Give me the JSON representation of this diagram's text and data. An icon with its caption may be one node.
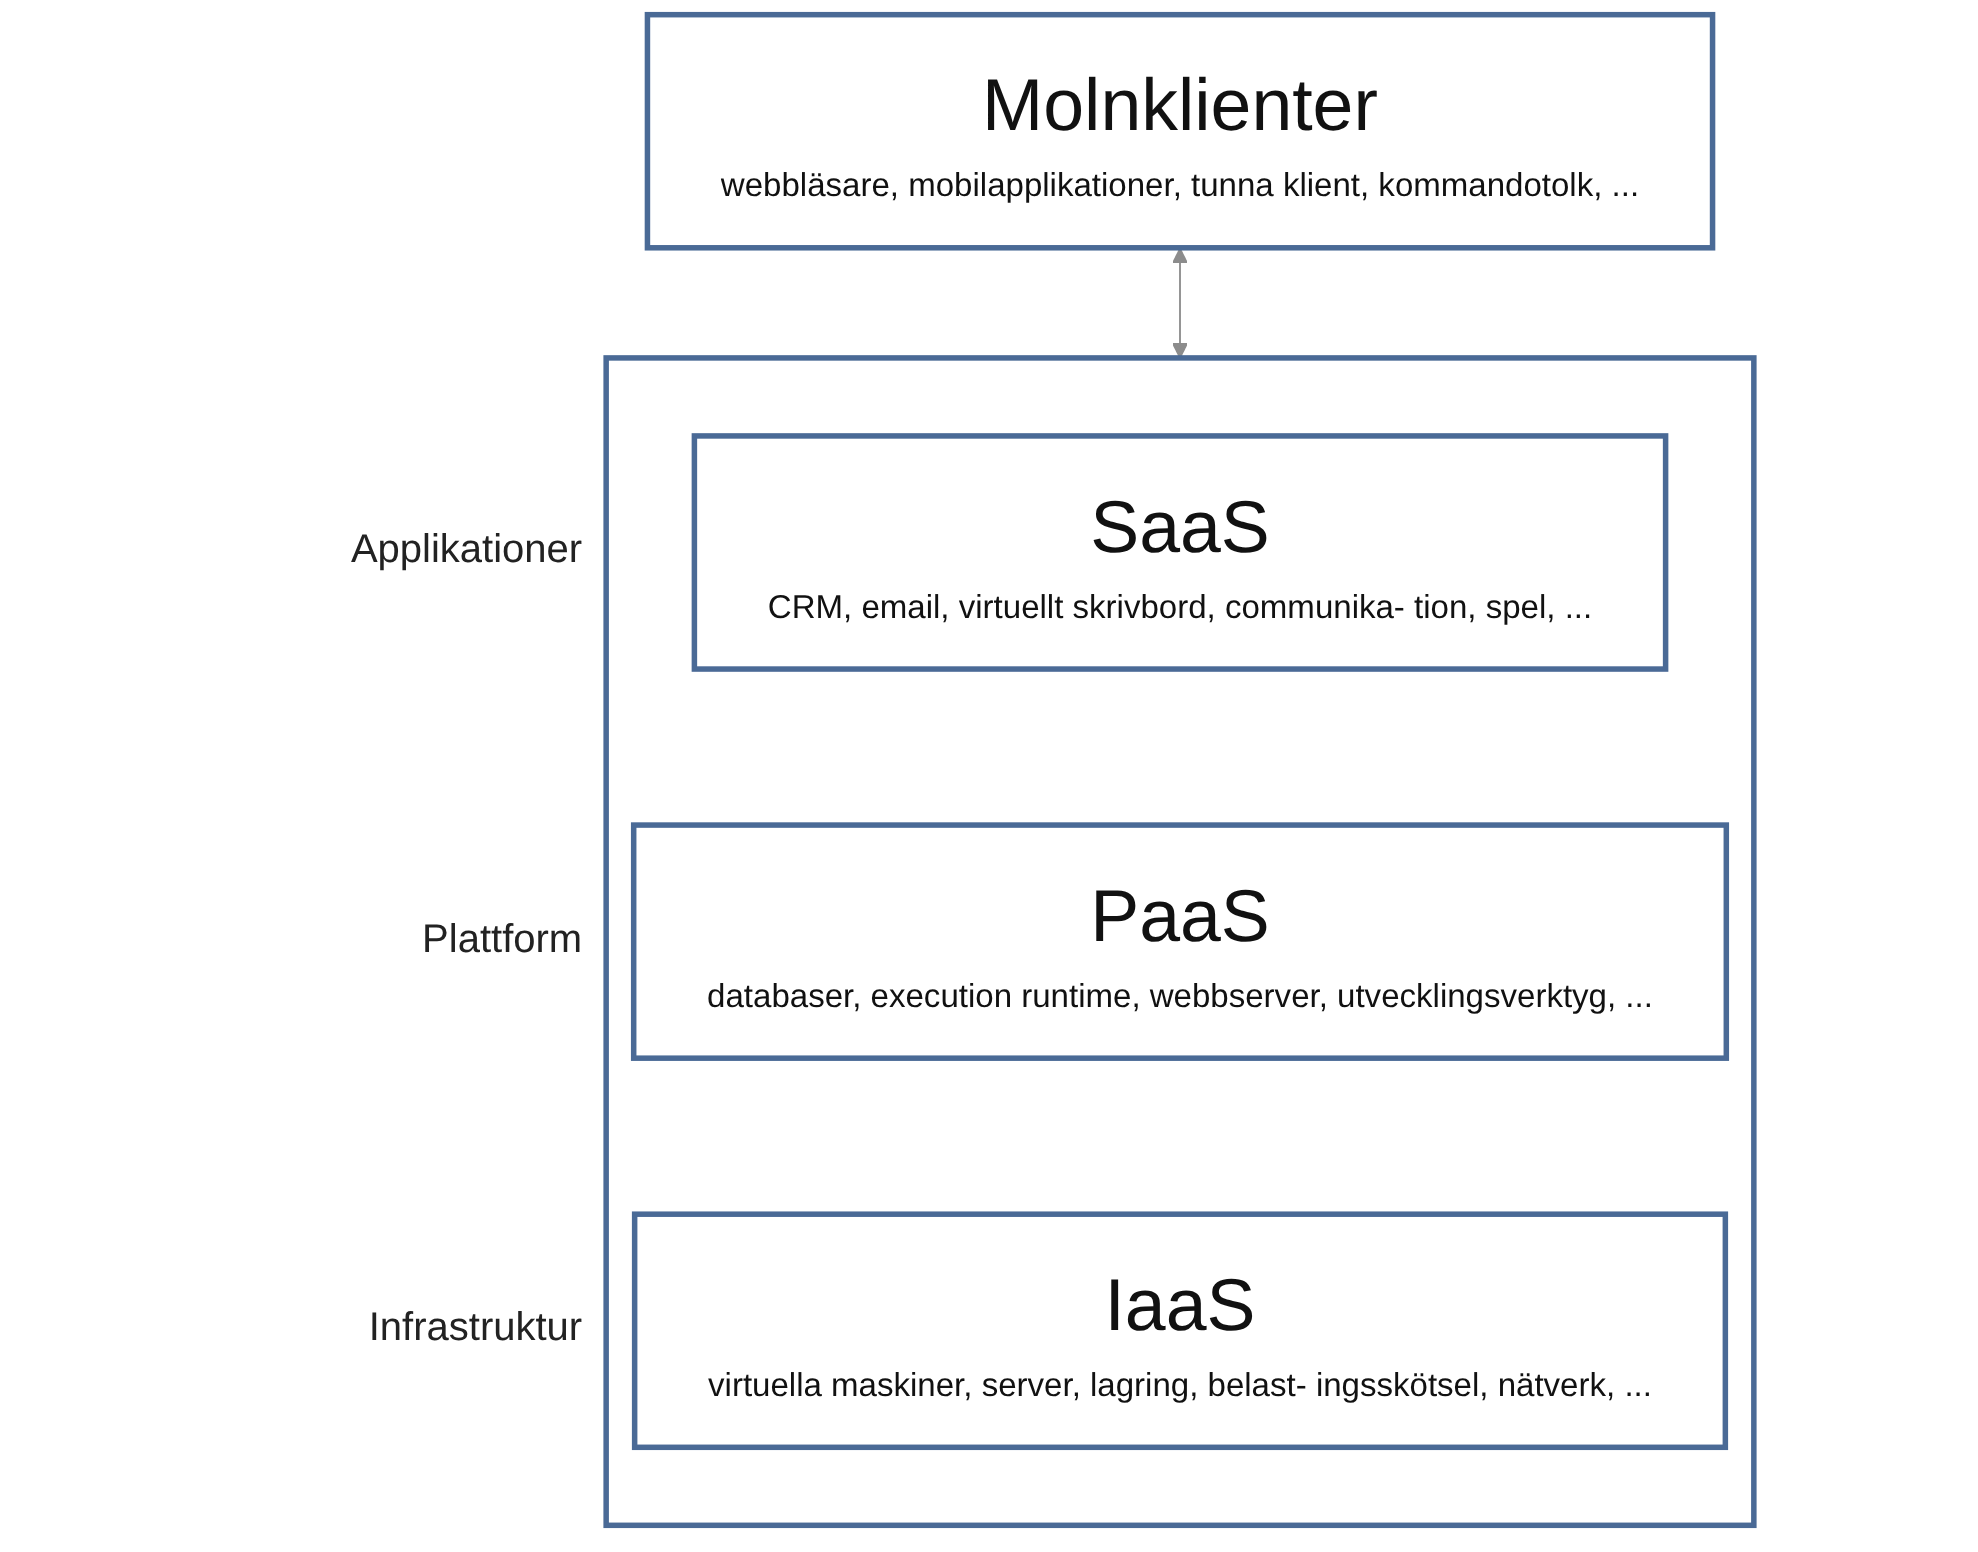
{
  "diagram": {
    "nodes": [
      {
        "text": [
          "Molnklienter",
          "webbläsare, mobilapplikationer, tunna klient, kommandotolk, ..."
        ]
      },
      {
        "text": [],
        "shape": "box"
      },
      {
        "text": [
          "SaaS",
          "CRM, email, virtuellt skrivbord, communika- tion, spel, ..."
        ],
        "in": 1,
        "beside": [
          "Applikationer"
        ]
      },
      {
        "text": [
          "PaaS",
          "databaser, execution runtime, webbserver, utvecklingsverktyg, ..."
        ],
        "in": 1,
        "beside": [
          "Plattform"
        ]
      },
      {
        "text": [
          "IaaS",
          "virtuella maskiner, server, lagring, belast- ingsskötsel, nätverk, ..."
        ],
        "in": 1,
        "beside": [
          "Infrastruktur"
        ]
      }
    ],
    "edges": [
      {
        "from": 0,
        "to": 1,
        "arrow": "both",
        "color": "#8c8c8c"
      }
    ]
  }
}
